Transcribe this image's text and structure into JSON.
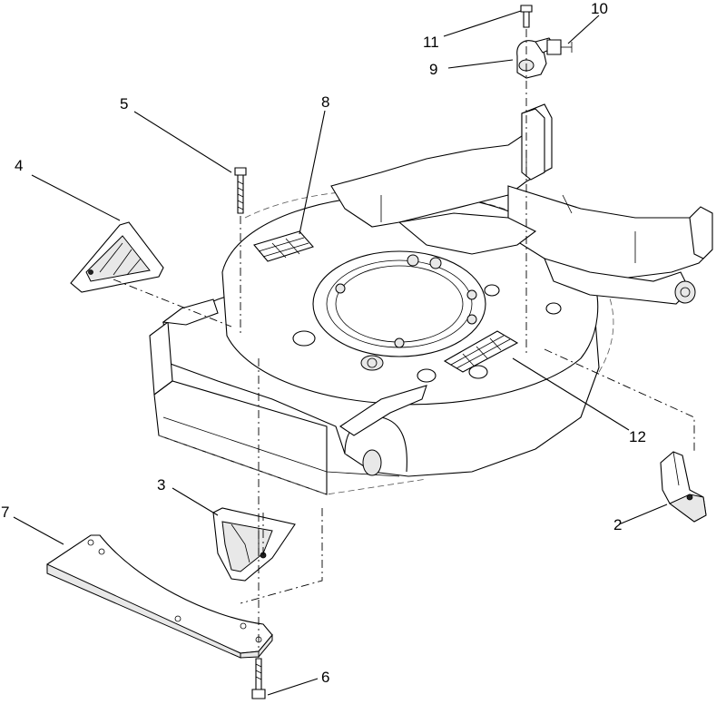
{
  "callouts": [
    {
      "id": "c1",
      "text": "2"
    },
    {
      "id": "c2",
      "text": "3"
    },
    {
      "id": "c3",
      "text": "4"
    },
    {
      "id": "c4",
      "text": "5"
    },
    {
      "id": "c5",
      "text": "6"
    },
    {
      "id": "c6",
      "text": "7"
    },
    {
      "id": "c7",
      "text": "8"
    },
    {
      "id": "c8",
      "text": "9"
    },
    {
      "id": "c9",
      "text": "10"
    },
    {
      "id": "c10",
      "text": "11"
    },
    {
      "id": "c11",
      "text": "12"
    }
  ]
}
